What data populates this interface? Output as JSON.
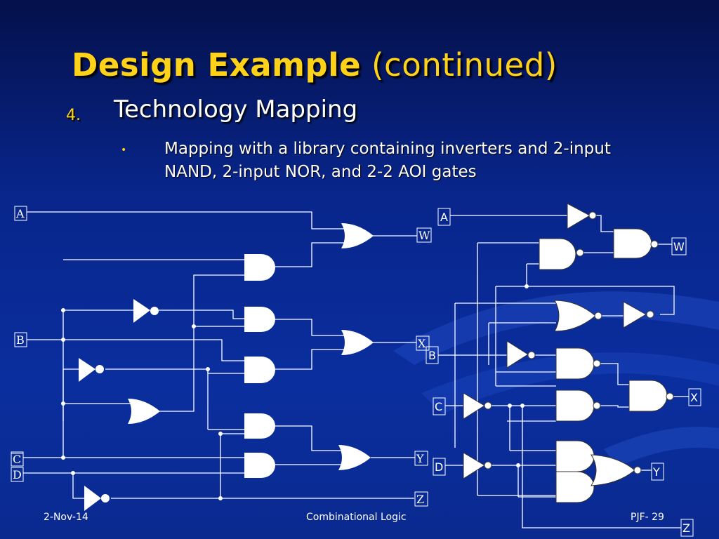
{
  "slide": {
    "title_bold": "Design Example",
    "title_rest": "(continued)",
    "level1_number": "4.",
    "level1_text": "Technology Mapping",
    "bullet": "•",
    "level2_text": "Mapping with a library containing  inverters and 2-input NAND, 2-input NOR, and 2-2 AOI gates"
  },
  "left_circuit": {
    "inputs": [
      "A",
      "B",
      "C",
      "D"
    ],
    "outputs": [
      "W",
      "X",
      "Y",
      "Z"
    ]
  },
  "right_circuit": {
    "inputs": [
      "A",
      "B",
      "C",
      "D"
    ],
    "outputs": [
      "W",
      "X",
      "Y",
      "Z"
    ]
  },
  "footer": {
    "date": "2-Nov-14",
    "topic": "Combinational Logic",
    "page": "PJF- 29"
  }
}
